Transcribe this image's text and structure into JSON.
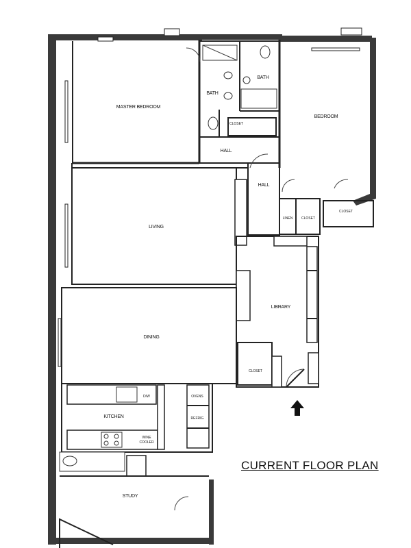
{
  "title": "CURRENT FLOOR PLAN",
  "rooms": {
    "master_bedroom": "MASTER BEDROOM",
    "bath_left": "BATH",
    "bath_right": "BATH",
    "closet_bath": "CLOSET",
    "bedroom": "BEDROOM",
    "hall_upper": "HALL",
    "hall_lower": "HALL",
    "linen": "LINEN",
    "closet_mid": "CLOSET",
    "closet_right": "CLOSET",
    "living": "LIVING",
    "library": "LIBRARY",
    "dining": "DINING",
    "closet_library": "CLOSET",
    "kitchen": "KITCHEN",
    "dw": "D/W",
    "ovens": "OVENS",
    "refrig": "REFRIG",
    "wine_cooler_1": "WINE",
    "wine_cooler_2": "COOLER",
    "study": "STUDY"
  },
  "entrance_marker": "arrow-up"
}
